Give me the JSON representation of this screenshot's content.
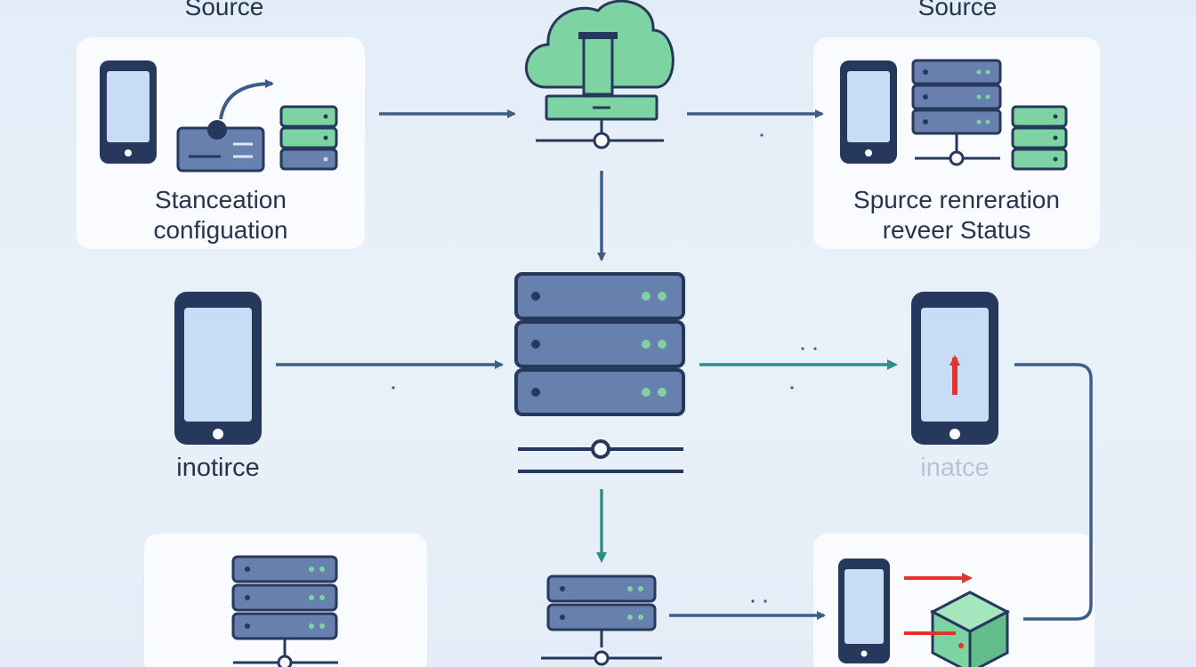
{
  "headers": {
    "left": "Source",
    "right": "Source"
  },
  "cards": {
    "top_left": {
      "caption_line1": "Stanceation",
      "caption_line2": "configuation"
    },
    "top_right": {
      "caption_line1": "Spurce renreration",
      "caption_line2": "reveer Status"
    }
  },
  "nodes": {
    "left_phone_label": "inotirce",
    "right_phone_label": "inatce"
  },
  "colors": {
    "background": "#e6eff8",
    "card": "#f9fbff",
    "navy": "#27385d",
    "server_fill": "#6880ad",
    "green": "#7ed3a2",
    "arrow_blue": "#3e5d88",
    "arrow_teal": "#2c8f8a",
    "accent_red": "#e5332a"
  },
  "icons": [
    "cloud-icon",
    "server-stack-icon",
    "smartphone-icon",
    "cube-icon",
    "network-node-icon",
    "arrow-icon"
  ]
}
